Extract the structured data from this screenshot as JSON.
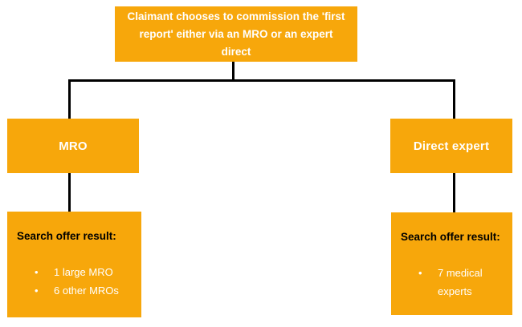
{
  "colors": {
    "box_fill": "#F7A70B",
    "connector": "#000000",
    "background": "#FFFFFF",
    "node_text": "#FFFFFF",
    "result_heading_text": "#000000",
    "bullet_text": "#FFFFFF"
  },
  "flowchart": {
    "root": {
      "label": "Claimant chooses to commission the 'first report' either via an MRO or an expert direct"
    },
    "branches": [
      {
        "label": "MRO",
        "result": {
          "heading": "Search offer result:",
          "bullets": [
            "1 large MRO",
            "6 other MROs"
          ]
        }
      },
      {
        "label": "Direct expert",
        "result": {
          "heading": "Search offer result:",
          "bullets": [
            "7 medical experts"
          ]
        }
      }
    ]
  }
}
